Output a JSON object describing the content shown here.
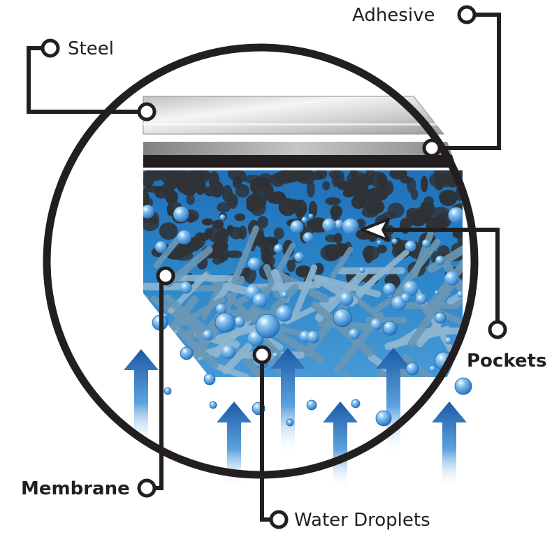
{
  "labels": {
    "steel": "Steel",
    "adhesive": "Adhesive",
    "pockets": "Pockets",
    "membrane": "Membrane",
    "water_droplets": "Water Droplets"
  },
  "colors": {
    "outline": "#231f20",
    "water_blue": "#3d8fd1",
    "deep_blue": "#1b5fa8",
    "pocket_dark": "#2f3236",
    "steel_light": "#e6e6e6",
    "steel_dark": "#8a8c8e"
  }
}
